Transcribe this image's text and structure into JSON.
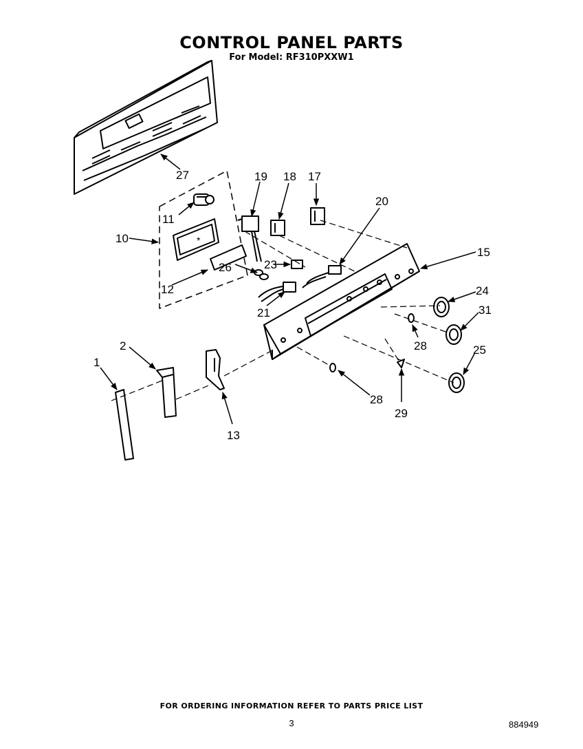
{
  "header": {
    "title": "CONTROL PANEL PARTS",
    "subtitle": "For Model: RF310PXXW1"
  },
  "callouts": {
    "c27": "27",
    "c19": "19",
    "c18": "18",
    "c17": "17",
    "c20": "20",
    "c11": "11",
    "c10": "10",
    "c15": "15",
    "c23": "23",
    "c12": "12",
    "c26": "26",
    "c24": "24",
    "c21": "21",
    "c31": "31",
    "c28a": "28",
    "c2": "2",
    "c25": "25",
    "c1": "1",
    "c28b": "28",
    "c29": "29",
    "c13": "13"
  },
  "footer": {
    "note": "FOR ORDERING INFORMATION REFER TO PARTS PRICE LIST",
    "page": "3",
    "doc_number": "884949"
  }
}
